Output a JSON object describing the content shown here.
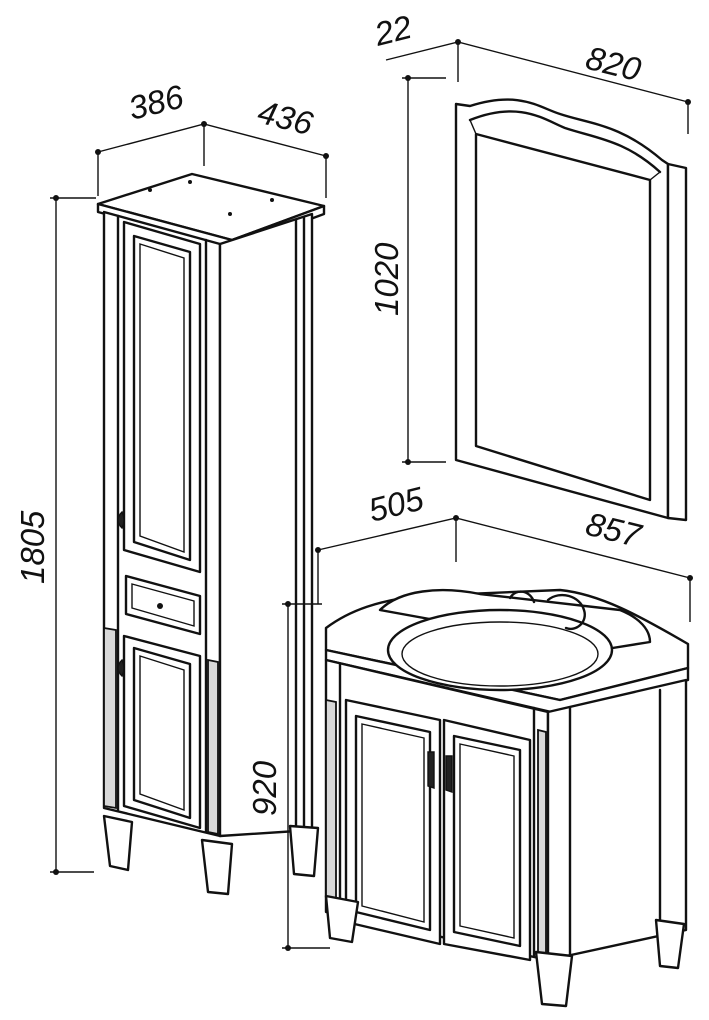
{
  "dimensions": {
    "mirror_depth": "22",
    "mirror_width": "820",
    "mirror_height": "1020",
    "column_width": "386",
    "column_depth": "436",
    "column_height": "1805",
    "vanity_depth": "505",
    "vanity_width": "857",
    "vanity_height": "920"
  },
  "colors": {
    "line": "#111111",
    "background": "#ffffff",
    "shade": "#d8d8d8"
  }
}
